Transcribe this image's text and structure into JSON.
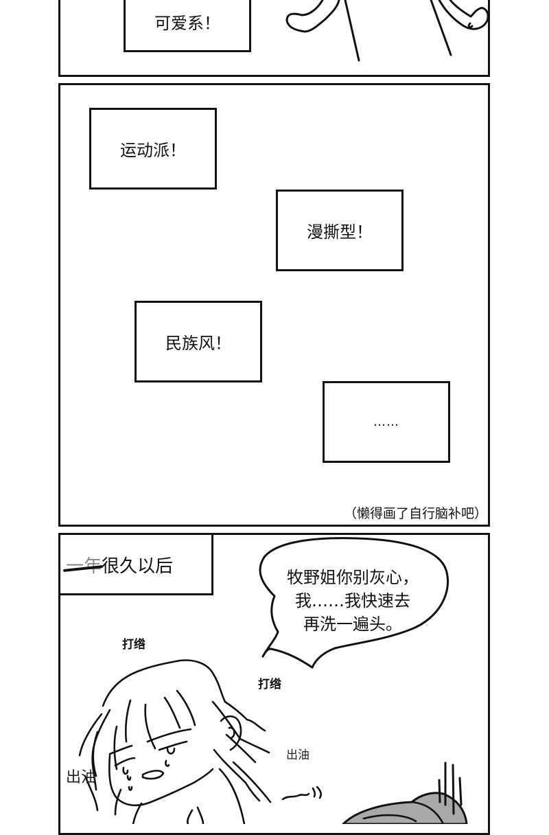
{
  "panel_1": {
    "caption": "可爱系！"
  },
  "panel_2": {
    "captions": [
      "运动派！",
      "漫撕型！",
      "民族风！",
      "……"
    ],
    "footnote": "（懒得画了自行脑补吧）"
  },
  "panel_3": {
    "time_caption": {
      "struck_text": "一年",
      "text": "很久以后"
    },
    "speech_bubble": {
      "lines": [
        "牧野姐你别灰心，",
        "我……我快速去",
        "再洗一遍头。"
      ]
    },
    "sfx": {
      "tangle_1": "打绺",
      "tangle_2": "打绺",
      "oily_1": "出油",
      "oily_2": "出油"
    }
  },
  "colors": {
    "ink": "#111111",
    "paper": "#ffffff",
    "gray_fill": "#a9a9a9"
  }
}
